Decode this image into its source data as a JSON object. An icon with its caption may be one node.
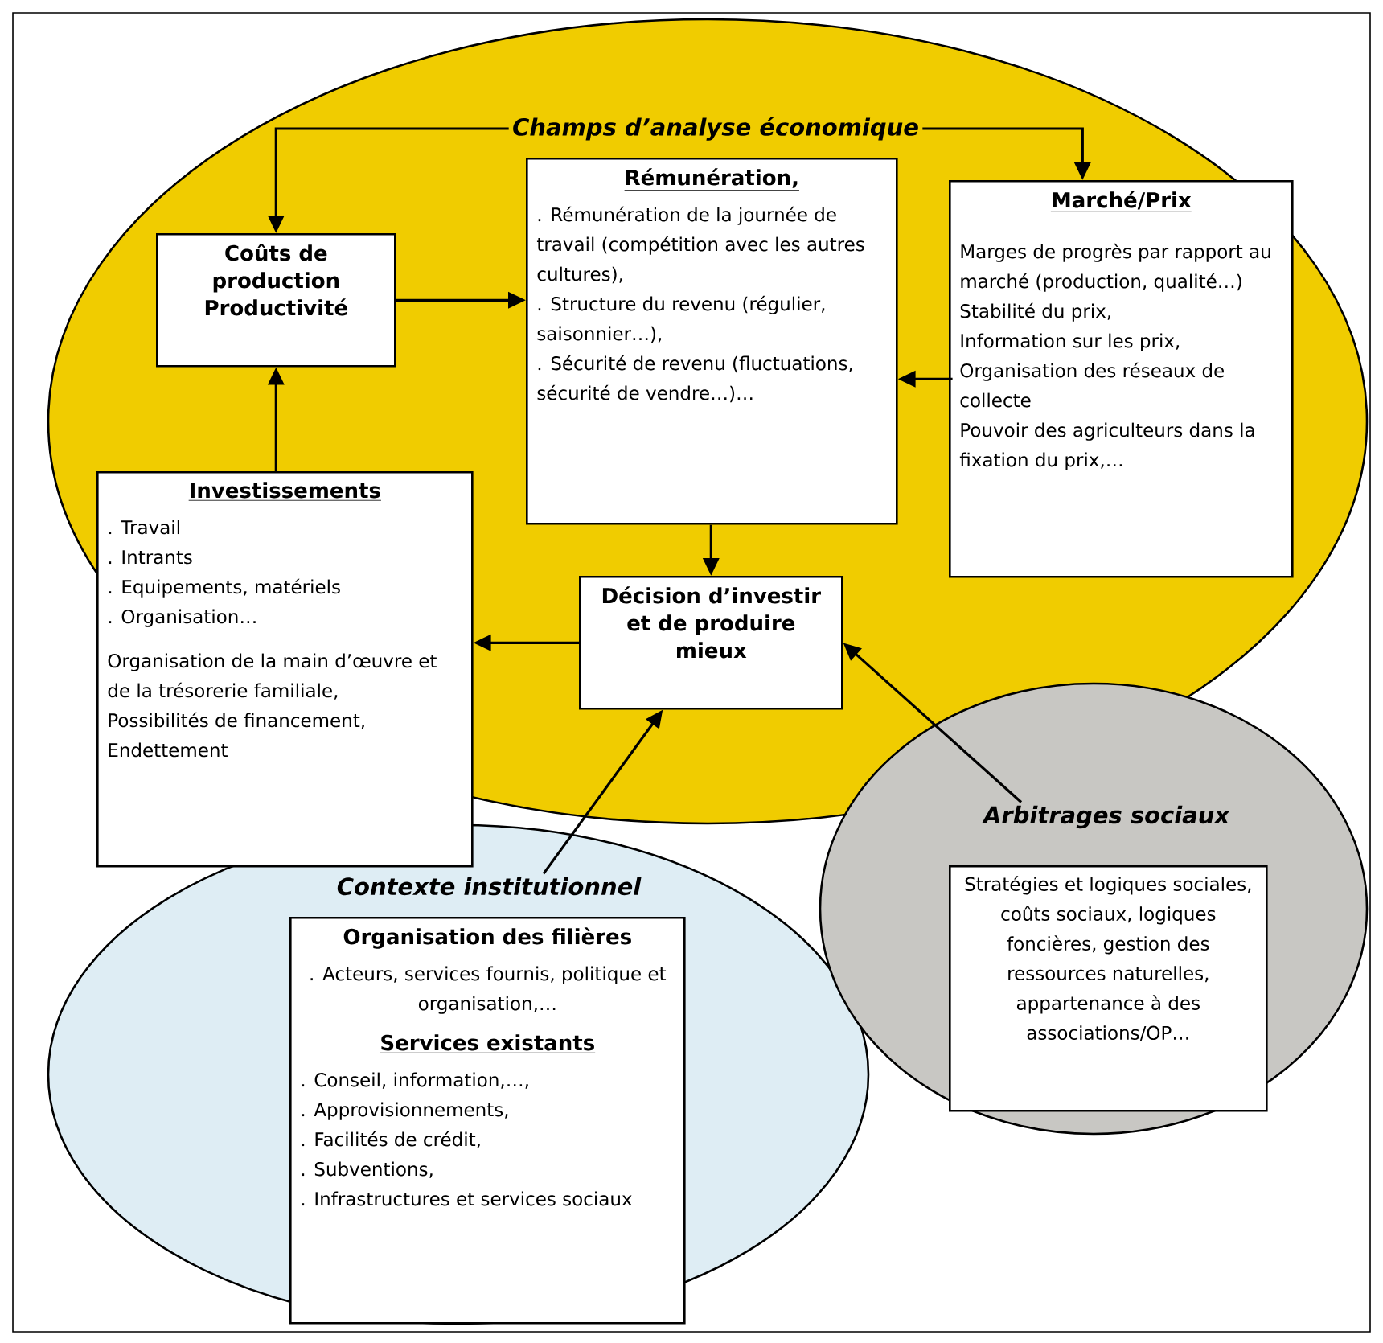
{
  "diagram": {
    "nodes": [
      {
        "text": [],
        "shape": "ellipse"
      },
      {
        "text": [
          "Champs d’analyse économique"
        ],
        "in": 0
      },
      {
        "text": [
          "Coûts de production Productivité"
        ],
        "in": 0
      },
      {
        "text": [
          "Rémunération,",
          ". Rémunération de la journée de travail (compétition avec les autres cultures),",
          ". Structure du revenu (régulier, saisonnier…),",
          ". Sécurité de revenu (fluctuations, sécurité de vendre…)…"
        ],
        "in": 0
      },
      {
        "text": [
          "Marché/Prix",
          "Marges de progrès par rapport au marché (production, qualité…)",
          "Stabilité du prix,",
          "Information sur les prix,",
          "Organisation des réseaux de collecte",
          "Pouvoir des agriculteurs dans la fixation du prix,…"
        ],
        "in": 0
      },
      {
        "text": [
          "Investissements",
          ". Travail",
          ". Intrants",
          ". Equipements, matériels",
          ". Organisation…",
          "Organisation de la main d’œuvre et de la trésorerie familiale,",
          "Possibilités de financement,",
          "Endettement"
        ]
      },
      {
        "text": [
          "Décision d’investir et de produire mieux"
        ],
        "in": 0
      },
      {
        "text": [],
        "shape": "ellipse"
      },
      {
        "text": [
          "Contexte institutionnel"
        ],
        "in": 7
      },
      {
        "text": [
          "Organisation des filières",
          ". Acteurs, services fournis, politique et organisation,…",
          "Services existants",
          ". Conseil, information,…,",
          ". Approvisionnements,",
          ". Facilités de crédit,",
          ". Subventions,",
          ". Infrastructures et services sociaux"
        ],
        "in": 7
      },
      {
        "text": [],
        "shape": "ellipse"
      },
      {
        "text": [
          "Arbitrages sociaux"
        ],
        "in": 10
      },
      {
        "text": [
          "Stratégies et logiques sociales, coûts sociaux, logiques foncières, gestion des ressources naturelles, appartenance à des associations/OP…"
        ],
        "in": 10
      }
    ],
    "edges": [
      {
        "from": 1,
        "to": 2,
        "arrow": "to"
      },
      {
        "from": 1,
        "to": 4,
        "arrow": "to"
      },
      {
        "from": 2,
        "to": 3,
        "arrow": "to"
      },
      {
        "from": 4,
        "to": 3,
        "arrow": "to"
      },
      {
        "from": 5,
        "to": 2,
        "arrow": "to"
      },
      {
        "from": 3,
        "to": 6,
        "arrow": "to"
      },
      {
        "from": 6,
        "to": 5,
        "arrow": "to"
      },
      {
        "from": 8,
        "to": 6,
        "arrow": "to"
      },
      {
        "from": 11,
        "to": 6,
        "arrow": "to"
      }
    ]
  }
}
